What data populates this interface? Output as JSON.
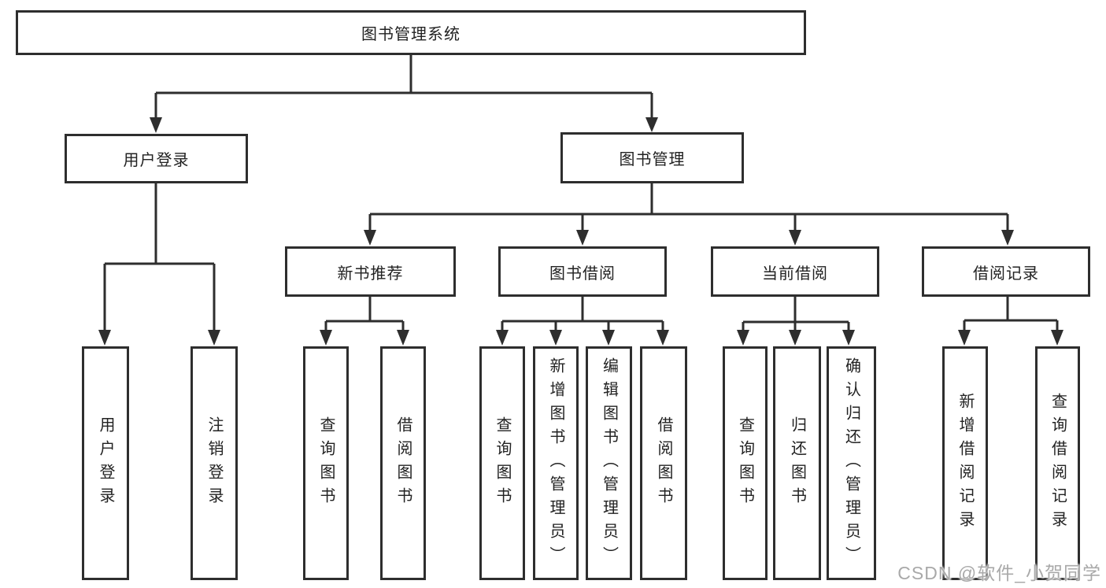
{
  "tree": {
    "label": "图书管理系统",
    "children": [
      {
        "label": "用户登录",
        "children": [
          {
            "label": "用户登录"
          },
          {
            "label": "注销登录"
          }
        ]
      },
      {
        "label": "图书管理",
        "children": [
          {
            "label": "新书推荐",
            "children": [
              {
                "label": "查询图书"
              },
              {
                "label": "借阅图书"
              }
            ]
          },
          {
            "label": "图书借阅",
            "children": [
              {
                "label": "查询图书"
              },
              {
                "label": "新增图书（管理员）"
              },
              {
                "label": "编辑图书（管理员）"
              },
              {
                "label": "借阅图书"
              }
            ]
          },
          {
            "label": "当前借阅",
            "children": [
              {
                "label": "查询图书"
              },
              {
                "label": "归还图书"
              },
              {
                "label": "确认归还（管理员）"
              }
            ]
          },
          {
            "label": "借阅记录",
            "children": [
              {
                "label": "新增借阅记录"
              },
              {
                "label": "查询借阅记录"
              }
            ]
          }
        ]
      }
    ]
  },
  "watermark": {
    "text": "CSDN @软件_小贺同学"
  },
  "colors": {
    "line": "#2e2e2e",
    "box_border": "#2e2e2e",
    "text": "#222222",
    "watermark": "#a9a9a9",
    "background": "#ffffff"
  }
}
